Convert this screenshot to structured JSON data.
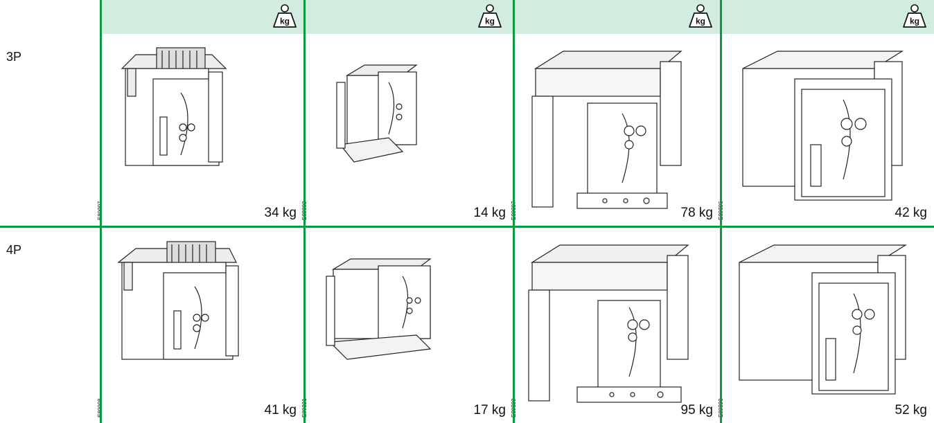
{
  "colors": {
    "header_bg": "#d3ece0",
    "rule": "#0b9a44"
  },
  "header": {
    "icon": "weight-kg-icon",
    "icon_text": "kg"
  },
  "rows": [
    {
      "label": "3P",
      "cells": [
        {
          "code": "E89997",
          "weight": "34 kg"
        },
        {
          "code": "E89999",
          "weight": "14 kg"
        },
        {
          "code": "E89897",
          "weight": "78 kg"
        },
        {
          "code": "E89896",
          "weight": "42 kg"
        }
      ]
    },
    {
      "label": "4P",
      "cells": [
        {
          "code": "E89998",
          "weight": "41 kg"
        },
        {
          "code": "E90321",
          "weight": "17 kg"
        },
        {
          "code": "E89899",
          "weight": "95 kg"
        },
        {
          "code": "E89898",
          "weight": "52 kg"
        }
      ]
    }
  ]
}
